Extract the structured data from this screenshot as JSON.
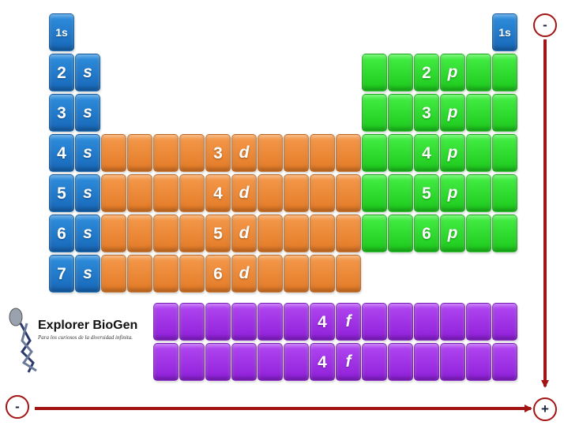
{
  "blocks": {
    "s": {
      "color": "#1f78d1",
      "labels": [
        {
          "n": "1s",
          "l": ""
        },
        {
          "n": "1s",
          "l": ""
        },
        {
          "n": "2",
          "l": "s"
        },
        {
          "n": "3",
          "l": "s"
        },
        {
          "n": "4",
          "l": "s"
        },
        {
          "n": "5",
          "l": "s"
        },
        {
          "n": "6",
          "l": "s"
        },
        {
          "n": "7",
          "l": "s"
        }
      ]
    },
    "d": {
      "color": "#ec8a38",
      "labels": [
        {
          "n": "3",
          "l": "d"
        },
        {
          "n": "4",
          "l": "d"
        },
        {
          "n": "5",
          "l": "d"
        },
        {
          "n": "6",
          "l": "d"
        }
      ]
    },
    "p": {
      "color": "#2ed82e",
      "labels": [
        {
          "n": "2",
          "l": "p"
        },
        {
          "n": "3",
          "l": "p"
        },
        {
          "n": "4",
          "l": "p"
        },
        {
          "n": "5",
          "l": "p"
        },
        {
          "n": "6",
          "l": "p"
        }
      ]
    },
    "f": {
      "color": "#a22fe6",
      "labels": [
        {
          "n": "4",
          "l": "f"
        },
        {
          "n": "4",
          "l": "f"
        }
      ]
    }
  },
  "arrows": {
    "vertical_start": "-",
    "horizontal_start": "-",
    "end": "+",
    "color": "#a31515"
  },
  "logo": {
    "name": "Explorer BioGen",
    "tagline": "Para los curiosos de la diversidad infinita.",
    "icon": "dna-microscope-icon"
  }
}
